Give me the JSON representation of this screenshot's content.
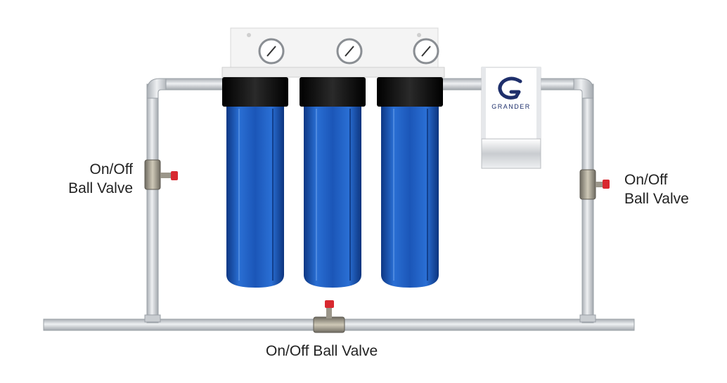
{
  "labels": {
    "left_valve": {
      "line1": "On/Off",
      "line2": "Ball Valve"
    },
    "right_valve": {
      "line1": "On/Off",
      "line2": "Ball Valve"
    },
    "bottom_valve": "On/Off Ball Valve"
  },
  "conditioner": {
    "brand": "GRANDER",
    "logo_letter": "G"
  },
  "colors": {
    "pipe": "#d5d8dc",
    "pipe_edge": "#9aa0a6",
    "housing_blue": "#1f5fc2",
    "housing_dark": "#0e3a86",
    "filter_cap": "#111111",
    "bracket": "#f3f3f3",
    "valve_handle": "#d8282f",
    "brand_navy": "#1e2f6b"
  }
}
